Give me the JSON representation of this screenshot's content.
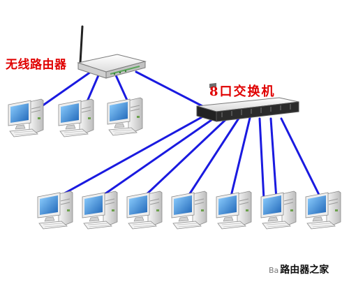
{
  "labels": {
    "router": "无线路由器",
    "switch": "8口交换机"
  },
  "watermark": {
    "prefix": "Ba",
    "text": "路由器之家"
  },
  "colors": {
    "cable": "#1a1ae0",
    "label": "#e00000",
    "device_body": "#e9e9e9",
    "screen": "#3a8ad0"
  },
  "icons": {
    "router": "wireless-router-icon",
    "switch": "network-switch-icon",
    "computer": "desktop-computer-icon"
  }
}
